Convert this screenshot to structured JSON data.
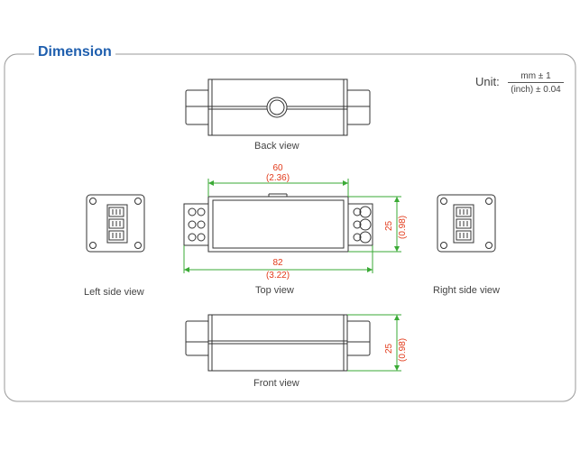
{
  "header": {
    "title": "Dimension"
  },
  "unit": {
    "label": "Unit",
    "numerator": "mm ± 1",
    "denominator": "(inch) ± 0.04"
  },
  "views": {
    "back": "Back view",
    "top": "Top view",
    "front": "Front view",
    "left": "Left side view",
    "right": "Right side view"
  },
  "dimensions": {
    "top_width_mm": "60",
    "top_width_in": "(2.36)",
    "overall_width_mm": "82",
    "overall_width_in": "(3.22)",
    "top_height_mm": "25",
    "top_height_in": "(0.98)",
    "front_height_mm": "25",
    "front_height_in": "(0.98)"
  },
  "colors": {
    "accent": "#1f5fae",
    "dimension": "#e23a1a",
    "dimension_line": "#3aaa35",
    "outline": "#333333"
  }
}
